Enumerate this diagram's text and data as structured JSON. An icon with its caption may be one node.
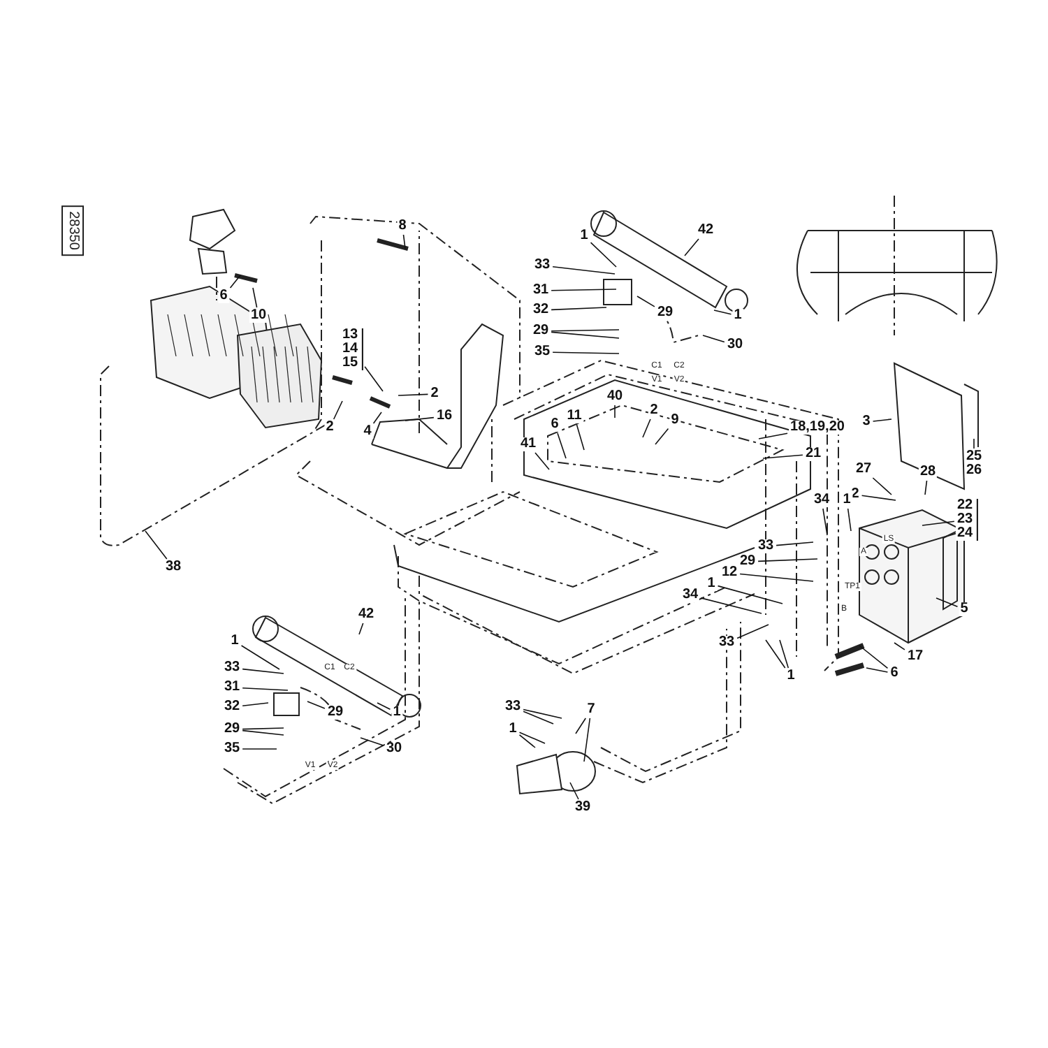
{
  "diagram": {
    "nodes": [
      {
        "text": [
          "8"
        ]
      },
      {
        "text": [
          "6"
        ]
      },
      {
        "text": [
          "10"
        ]
      },
      {
        "text": [
          "13",
          "14",
          "15"
        ]
      },
      {
        "text": [
          "2"
        ]
      },
      {
        "text": [
          "4"
        ]
      },
      {
        "text": [
          "2"
        ]
      },
      {
        "text": [
          "16"
        ]
      },
      {
        "text": [
          "38"
        ]
      },
      {
        "text": [
          "42"
        ]
      },
      {
        "text": [
          "1"
        ]
      },
      {
        "text": [
          "33"
        ]
      },
      {
        "text": [
          "31"
        ]
      },
      {
        "text": [
          "32"
        ]
      },
      {
        "text": [
          "29"
        ]
      },
      {
        "text": [
          "29"
        ]
      },
      {
        "text": [
          "35"
        ]
      },
      {
        "text": [
          "1"
        ]
      },
      {
        "text": [
          "30"
        ]
      },
      {
        "text": [
          "40"
        ]
      },
      {
        "text": [
          "3"
        ]
      },
      {
        "text": [
          "2"
        ]
      },
      {
        "text": [
          "9"
        ]
      },
      {
        "text": [
          "18,19,20"
        ]
      },
      {
        "text": [
          "41"
        ]
      },
      {
        "text": [
          "6"
        ]
      },
      {
        "text": [
          "11"
        ]
      },
      {
        "text": [
          "21"
        ]
      },
      {
        "text": [
          "25",
          "26"
        ]
      },
      {
        "text": [
          "27"
        ]
      },
      {
        "text": [
          "28"
        ]
      },
      {
        "text": [
          "2"
        ]
      },
      {
        "text": [
          "22",
          "23",
          "24"
        ]
      },
      {
        "text": [
          "34"
        ]
      },
      {
        "text": [
          "1"
        ]
      },
      {
        "text": [
          "33"
        ]
      },
      {
        "text": [
          "29"
        ]
      },
      {
        "text": [
          "12"
        ]
      },
      {
        "text": [
          "1"
        ]
      },
      {
        "text": [
          "34"
        ]
      },
      {
        "text": [
          "33"
        ]
      },
      {
        "text": [
          "5"
        ]
      },
      {
        "text": [
          "17"
        ]
      },
      {
        "text": [
          "6"
        ]
      },
      {
        "text": [
          "1"
        ]
      },
      {
        "text": [
          "42"
        ]
      },
      {
        "text": [
          "1"
        ]
      },
      {
        "text": [
          "33"
        ]
      },
      {
        "text": [
          "31"
        ]
      },
      {
        "text": [
          "32"
        ]
      },
      {
        "text": [
          "29"
        ]
      },
      {
        "text": [
          "29"
        ]
      },
      {
        "text": [
          "35"
        ]
      },
      {
        "text": [
          "1"
        ]
      },
      {
        "text": [
          "30"
        ]
      },
      {
        "text": [
          "33"
        ]
      },
      {
        "text": [
          "1"
        ]
      },
      {
        "text": [
          "7"
        ]
      },
      {
        "text": [
          "39"
        ]
      }
    ],
    "edges": [
      {
        "from": 0,
        "to": null,
        "arrow": "none"
      },
      {
        "from": 1,
        "to": null,
        "arrow": "none"
      },
      {
        "from": 2,
        "to": null,
        "arrow": "none"
      },
      {
        "from": 3,
        "to": null,
        "arrow": "none"
      },
      {
        "from": 4,
        "to": null,
        "arrow": "none"
      },
      {
        "from": 5,
        "to": null,
        "arrow": "none"
      },
      {
        "from": 6,
        "to": null,
        "arrow": "none"
      },
      {
        "from": 7,
        "to": null,
        "arrow": "none"
      },
      {
        "from": 8,
        "to": null,
        "arrow": "none"
      },
      {
        "from": 9,
        "to": null,
        "arrow": "none"
      },
      {
        "from": 10,
        "to": null,
        "arrow": "none"
      },
      {
        "from": 11,
        "to": null,
        "arrow": "none"
      },
      {
        "from": 12,
        "to": null,
        "arrow": "none"
      },
      {
        "from": 13,
        "to": null,
        "arrow": "none"
      },
      {
        "from": 14,
        "to": null,
        "arrow": "none"
      },
      {
        "from": 15,
        "to": null,
        "arrow": "none"
      },
      {
        "from": 15,
        "to": null,
        "arrow": "none"
      },
      {
        "from": 16,
        "to": null,
        "arrow": "none"
      },
      {
        "from": 17,
        "to": null,
        "arrow": "none"
      },
      {
        "from": 18,
        "to": null,
        "arrow": "none"
      },
      {
        "from": 19,
        "to": null,
        "arrow": "none"
      },
      {
        "from": 20,
        "to": null,
        "arrow": "none"
      },
      {
        "from": 21,
        "to": null,
        "arrow": "none"
      },
      {
        "from": 22,
        "to": null,
        "arrow": "none"
      },
      {
        "from": 23,
        "to": null,
        "arrow": "none"
      },
      {
        "from": 24,
        "to": null,
        "arrow": "none"
      },
      {
        "from": 25,
        "to": null,
        "arrow": "none"
      },
      {
        "from": 26,
        "to": null,
        "arrow": "none"
      },
      {
        "from": 27,
        "to": null,
        "arrow": "none"
      },
      {
        "from": 28,
        "to": null,
        "arrow": "none"
      },
      {
        "from": 29,
        "to": null,
        "arrow": "none"
      },
      {
        "from": 30,
        "to": null,
        "arrow": "none"
      },
      {
        "from": 31,
        "to": null,
        "arrow": "none"
      },
      {
        "from": 32,
        "to": null,
        "arrow": "none"
      },
      {
        "from": 33,
        "to": null,
        "arrow": "none"
      },
      {
        "from": 34,
        "to": null,
        "arrow": "none"
      },
      {
        "from": 35,
        "to": null,
        "arrow": "none"
      },
      {
        "from": 36,
        "to": null,
        "arrow": "none"
      },
      {
        "from": 37,
        "to": null,
        "arrow": "none"
      },
      {
        "from": 38,
        "to": null,
        "arrow": "none"
      },
      {
        "from": 39,
        "to": null,
        "arrow": "none"
      },
      {
        "from": 40,
        "to": null,
        "arrow": "none"
      },
      {
        "from": 41,
        "to": null,
        "arrow": "none"
      },
      {
        "from": 42,
        "to": null,
        "arrow": "none"
      },
      {
        "from": 43,
        "to": null,
        "arrow": "none"
      },
      {
        "from": 43,
        "to": null,
        "arrow": "none"
      },
      {
        "from": 44,
        "to": null,
        "arrow": "none"
      },
      {
        "from": 44,
        "to": null,
        "arrow": "none"
      },
      {
        "from": 45,
        "to": null,
        "arrow": "none"
      },
      {
        "from": 46,
        "to": null,
        "arrow": "none"
      },
      {
        "from": 47,
        "to": null,
        "arrow": "none"
      },
      {
        "from": 48,
        "to": null,
        "arrow": "none"
      },
      {
        "from": 49,
        "to": null,
        "arrow": "none"
      },
      {
        "from": 50,
        "to": null,
        "arrow": "none"
      },
      {
        "from": 51,
        "to": null,
        "arrow": "none"
      },
      {
        "from": 51,
        "to": null,
        "arrow": "none"
      },
      {
        "from": 52,
        "to": null,
        "arrow": "none"
      },
      {
        "from": 53,
        "to": null,
        "arrow": "none"
      },
      {
        "from": 54,
        "to": null,
        "arrow": "none"
      },
      {
        "from": 55,
        "to": null,
        "arrow": "none"
      },
      {
        "from": 55,
        "to": null,
        "arrow": "none"
      },
      {
        "from": 56,
        "to": null,
        "arrow": "none"
      },
      {
        "from": 56,
        "to": null,
        "arrow": "none"
      },
      {
        "from": 57,
        "to": null,
        "arrow": "none"
      },
      {
        "from": 57,
        "to": null,
        "arrow": "none"
      },
      {
        "from": 58,
        "to": null,
        "arrow": "none"
      }
    ],
    "labels": [
      "28350",
      "C1",
      "C2",
      "V1",
      "V2",
      "C1",
      "C2",
      "V1",
      "V2",
      "LS",
      "A",
      "TP1",
      "B"
    ]
  }
}
